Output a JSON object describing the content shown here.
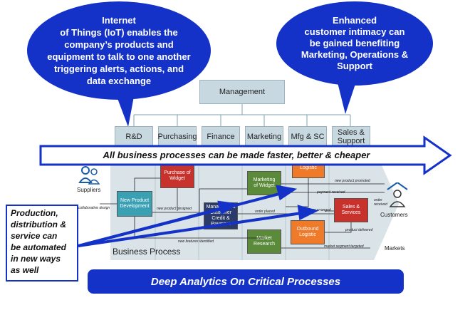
{
  "bubbles": {
    "iot": "Internet\nof Things (IoT) enables the\ncompany’s products and\nequipment to talk to one another\ntriggering alerts, actions, and\ndata exchange",
    "intimacy": "Enhanced\ncustomer intimacy can\nbe gained benefiting\nMarketing, Operations &\nSupport"
  },
  "management": "Management",
  "departments": [
    "R&D",
    "Purchasing",
    "Finance",
    "Marketing",
    "Mfg & SC",
    "Sales &\nSupport"
  ],
  "arrow_banner": "All business processes can be made faster, better & cheaper",
  "automation_note": "Production,\ndistribution &\nservice can\nbe automated\nin new ways\nas well",
  "analytics_banner": "Deep Analytics On Critical Processes",
  "process_area_label": "Business Process",
  "actors": {
    "suppliers": "Suppliers",
    "customers": "Customers",
    "markets": "Markets"
  },
  "nodes": {
    "new_product_dev": "New Product\nDevelopment",
    "purchase_widget": "Purchase of\nWidget",
    "marketing_widget": "Marketing\nof Widget",
    "logistic": "Logistic",
    "management_credit": "Management\nCustomer\nCredit &\nPayment",
    "sales_services": "Sales &\nServices",
    "outbound_logistic": "Outbound\nLogistic",
    "market_research": "Market\nResearch"
  },
  "flow_labels": {
    "collaborative_design": "collaborative design",
    "new_product_designed": "new product designed",
    "new_features_identified": "new features identified",
    "new_product_promoted": "new product promoted",
    "payment_received": "payment received",
    "order_received": "order\nreceived",
    "delivery_arranged": "delivery arranged",
    "product_delivered": "product delivered",
    "market_segment_targeted": "market segment targeted",
    "order_placed": "order placed"
  },
  "colors": {
    "bubble_blue": "#1432c8",
    "node_teal": "#3aa1b5",
    "node_red": "#c8322d",
    "node_green": "#5a8a3a",
    "node_orange": "#ee7a2a",
    "node_navy": "#2a3a6a",
    "department_fill": "#c8d8e0"
  }
}
